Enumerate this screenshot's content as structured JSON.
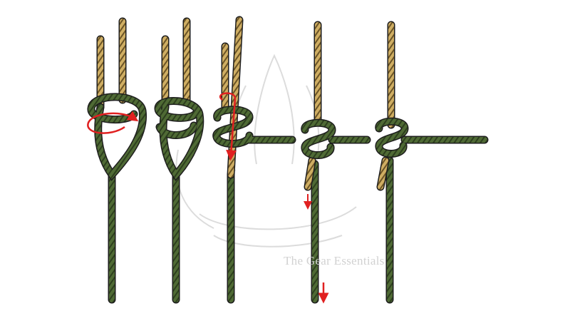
{
  "diagram": {
    "kind": "knot-tying-steps",
    "step_count": 5,
    "rope_colors": {
      "standing_part": "#4f6a35",
      "standing_part_dark": "#2d3f1e",
      "working_end": "#cfae63",
      "working_end_dark": "#6b5426",
      "outline": "#1e1e1e"
    },
    "arrow_color": "#e02020",
    "steps": [
      {
        "index": 1,
        "arrows": [
          "wrap-circle-arrow"
        ]
      },
      {
        "index": 2,
        "arrows": []
      },
      {
        "index": 3,
        "arrows": [
          "loop-down-arrow"
        ]
      },
      {
        "index": 4,
        "arrows": [
          "pull-down-arrow",
          "pull-down-arrow"
        ]
      },
      {
        "index": 5,
        "arrows": []
      }
    ]
  },
  "watermark": {
    "text": "The Gear Essentials",
    "color": "#d2d2d2"
  }
}
